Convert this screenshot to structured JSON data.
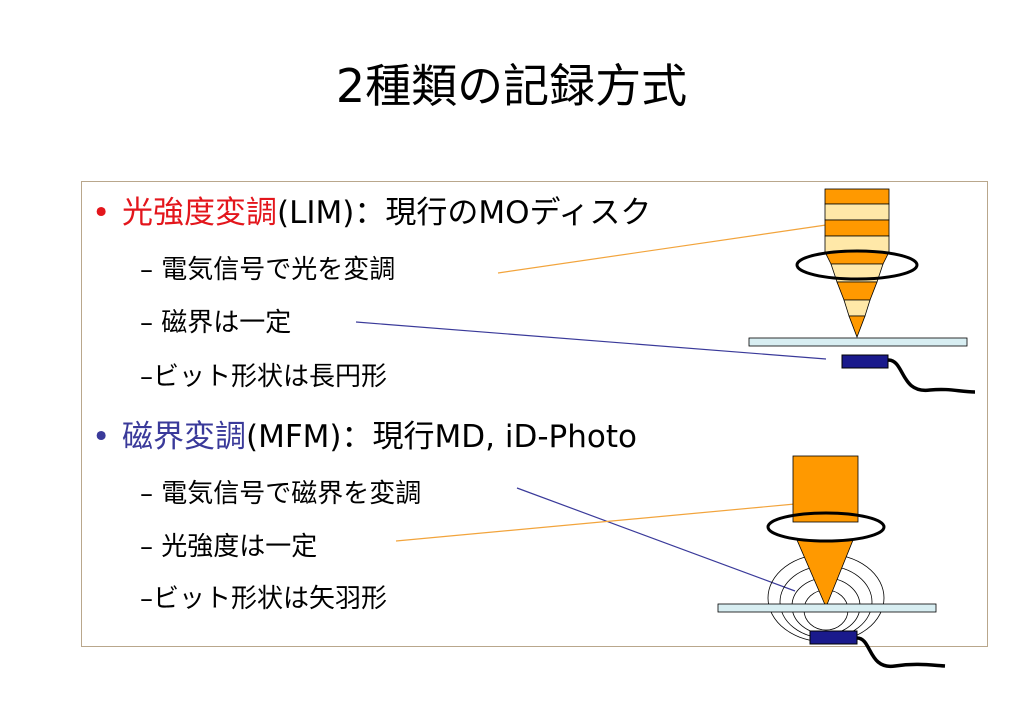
{
  "title": "2種類の記録方式",
  "items": [
    {
      "bullet": "•",
      "highlight": "光強度変調",
      "rest": "(LIM)：現行のMOディスク",
      "highlight_color": "#e3161c",
      "subs": [
        {
          "dash": "–",
          "text": "電気信号で光を変調"
        },
        {
          "dash": "–",
          "text": "磁界は一定"
        },
        {
          "dash": "–",
          "text": "ビット形状は長円形"
        }
      ]
    },
    {
      "bullet": "•",
      "highlight": "磁界変調",
      "rest": "(MFM)：現行MD, iD-Photo",
      "highlight_color": "#3a3a9a",
      "subs": [
        {
          "dash": "–",
          "text": "電気信号で磁界を変調"
        },
        {
          "dash": "–",
          "text": "光強度は一定"
        },
        {
          "dash": "–",
          "text": "ビット形状は矢羽形"
        }
      ]
    }
  ],
  "colors": {
    "lens_orange": "#ff9900",
    "lens_light": "#ffe8a8",
    "disc": "#d8eef2",
    "head": "#1a1a8c",
    "leader_orange": "#f2a43c",
    "leader_blue": "#3a3a9a"
  }
}
